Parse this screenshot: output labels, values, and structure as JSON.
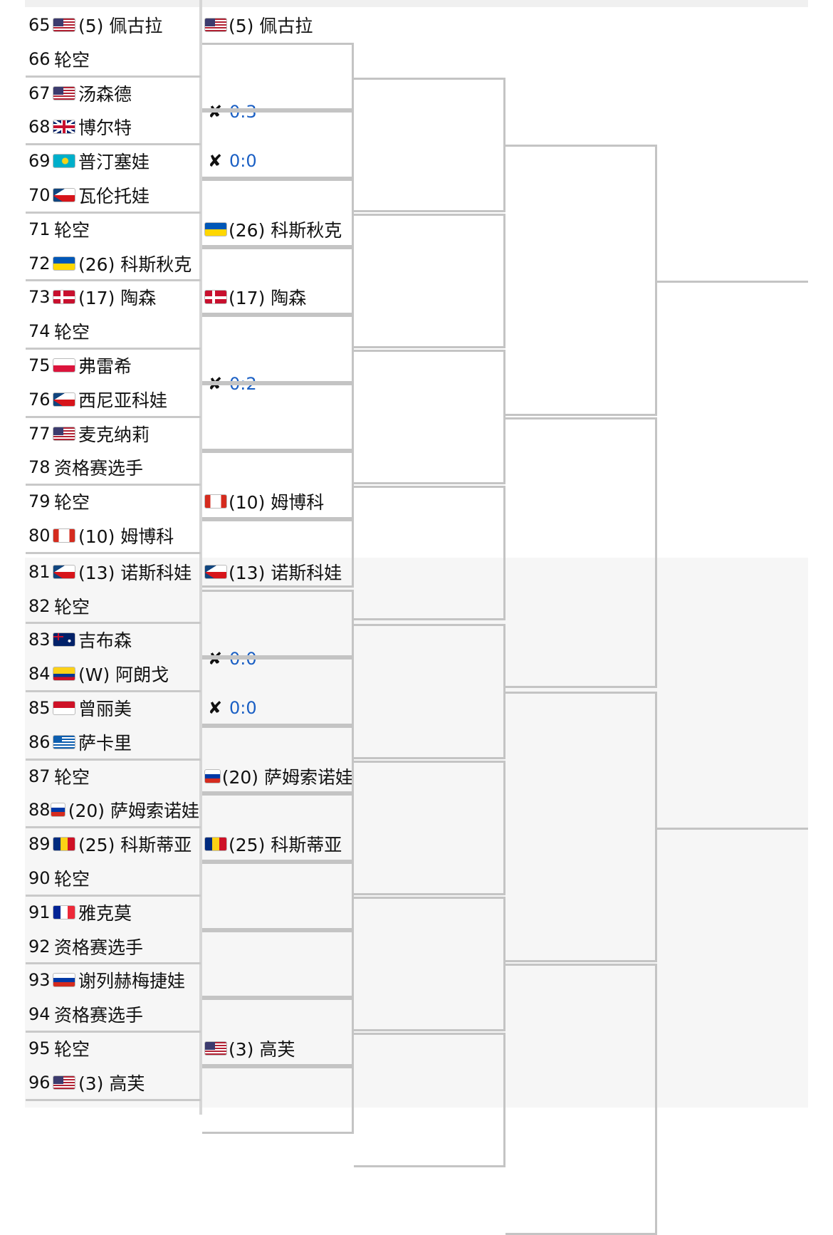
{
  "round1": [
    {
      "num": "65",
      "flag": "us",
      "name": "(5) 佩古拉"
    },
    {
      "num": "66",
      "flag": "",
      "name": "轮空"
    },
    {
      "num": "67",
      "flag": "us",
      "name": "汤森德"
    },
    {
      "num": "68",
      "flag": "gb",
      "name": "博尔特"
    },
    {
      "num": "69",
      "flag": "kz",
      "name": "普汀塞娃"
    },
    {
      "num": "70",
      "flag": "cz",
      "name": "瓦伦托娃"
    },
    {
      "num": "71",
      "flag": "",
      "name": "轮空"
    },
    {
      "num": "72",
      "flag": "ua",
      "name": "(26) 科斯秋克"
    },
    {
      "num": "73",
      "flag": "dk",
      "name": "(17) 陶森"
    },
    {
      "num": "74",
      "flag": "",
      "name": "轮空"
    },
    {
      "num": "75",
      "flag": "pl",
      "name": "弗雷希"
    },
    {
      "num": "76",
      "flag": "cz",
      "name": "西尼亚科娃"
    },
    {
      "num": "77",
      "flag": "us",
      "name": "麦克纳莉"
    },
    {
      "num": "78",
      "flag": "",
      "name": "资格赛选手"
    },
    {
      "num": "79",
      "flag": "",
      "name": "轮空"
    },
    {
      "num": "80",
      "flag": "ca",
      "name": "(10) 姆博科"
    },
    {
      "num": "81",
      "flag": "cz",
      "name": "(13) 诺斯科娃"
    },
    {
      "num": "82",
      "flag": "",
      "name": "轮空"
    },
    {
      "num": "83",
      "flag": "au",
      "name": "吉布森"
    },
    {
      "num": "84",
      "flag": "co",
      "name": "(W) 阿朗戈"
    },
    {
      "num": "85",
      "flag": "id",
      "name": "曾丽美"
    },
    {
      "num": "86",
      "flag": "gr",
      "name": "萨卡里"
    },
    {
      "num": "87",
      "flag": "",
      "name": "轮空"
    },
    {
      "num": "88",
      "flag": "ru",
      "name": "(20) 萨姆索诺娃"
    },
    {
      "num": "89",
      "flag": "ro",
      "name": "(25) 科斯蒂亚"
    },
    {
      "num": "90",
      "flag": "",
      "name": "轮空"
    },
    {
      "num": "91",
      "flag": "fr",
      "name": "雅克莫"
    },
    {
      "num": "92",
      "flag": "",
      "name": "资格赛选手"
    },
    {
      "num": "93",
      "flag": "ru",
      "name": "谢列赫梅捷娃"
    },
    {
      "num": "94",
      "flag": "",
      "name": "资格赛选手"
    },
    {
      "num": "95",
      "flag": "",
      "name": "轮空"
    },
    {
      "num": "96",
      "flag": "us",
      "name": "(3) 高芙"
    }
  ],
  "round2": [
    {
      "type": "player",
      "flag": "us",
      "name": "(5) 佩古拉"
    },
    {
      "type": "score",
      "score": "0:3"
    },
    {
      "type": "score",
      "score": "0:0"
    },
    {
      "type": "player",
      "flag": "ua",
      "name": "(26) 科斯秋克"
    },
    {
      "type": "player",
      "flag": "dk",
      "name": "(17) 陶森"
    },
    {
      "type": "score",
      "score": "0:2"
    },
    {
      "type": "empty"
    },
    {
      "type": "player",
      "flag": "ca",
      "name": "(10) 姆博科"
    },
    {
      "type": "player",
      "flag": "cz",
      "name": "(13) 诺斯科娃"
    },
    {
      "type": "score",
      "score": "0:0"
    },
    {
      "type": "score",
      "score": "0:0"
    },
    {
      "type": "player",
      "flag": "ru",
      "name": "(20) 萨姆索诺娃"
    },
    {
      "type": "player",
      "flag": "ro",
      "name": "(25) 科斯蒂亚"
    },
    {
      "type": "empty"
    },
    {
      "type": "empty"
    },
    {
      "type": "player",
      "flag": "us",
      "name": "(3) 高芙"
    }
  ]
}
